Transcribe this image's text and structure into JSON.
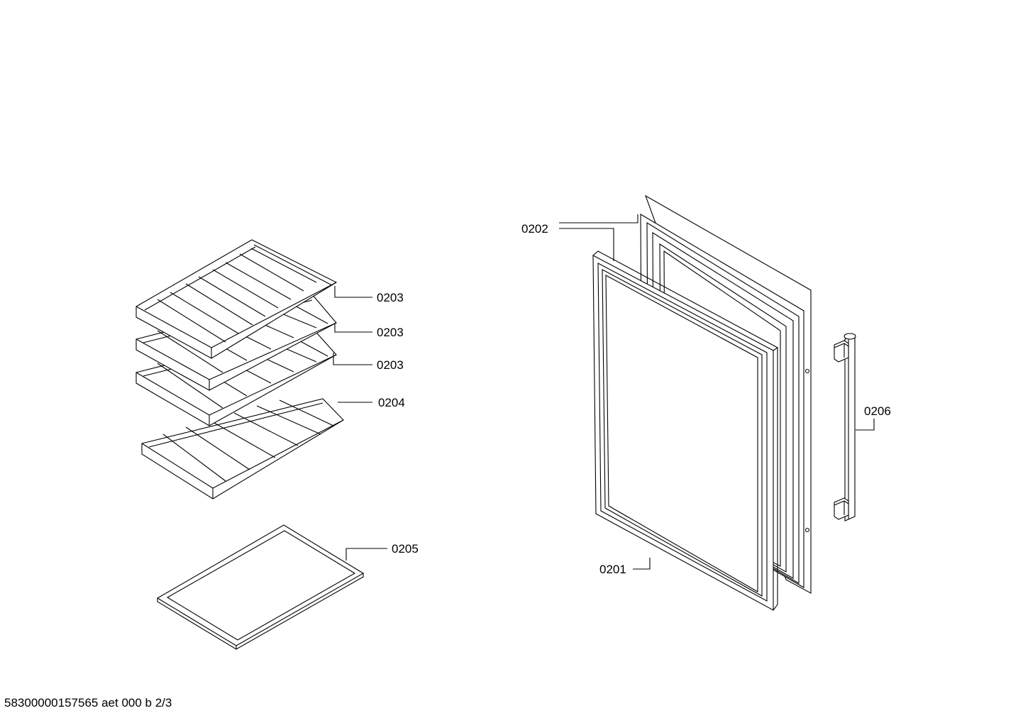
{
  "callouts": {
    "shelf_1": "0203",
    "shelf_2": "0203",
    "shelf_3": "0203",
    "shelf_4": "0204",
    "glass_plate": "0205",
    "door_seal": "0201",
    "door_frame": "0202",
    "handle": "0206"
  },
  "footer": {
    "document_ref": "58300000157565 aet 000 b 2/3"
  }
}
